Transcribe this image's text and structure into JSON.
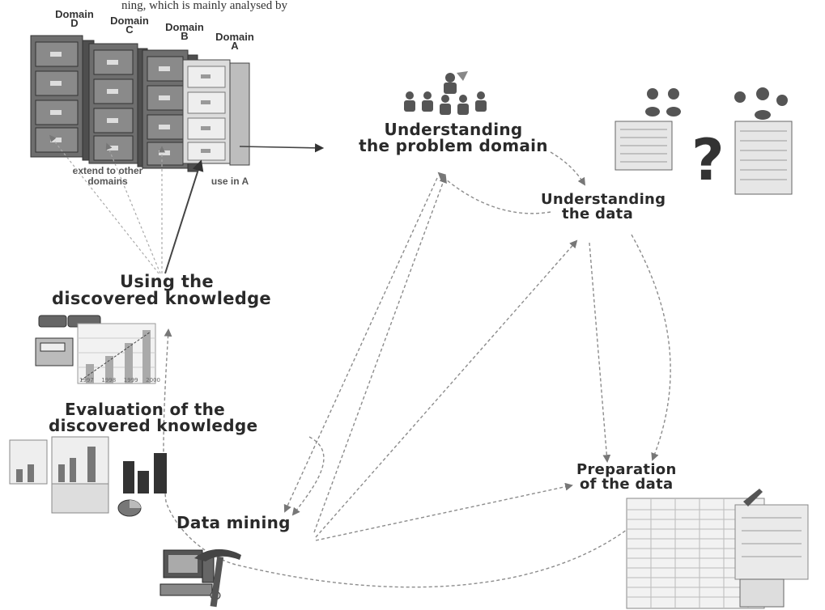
{
  "caption_fragment": "ning, which is mainly analysed by ",
  "domains": [
    {
      "letter": "D",
      "label": "Domain"
    },
    {
      "letter": "C",
      "label": "Domain"
    },
    {
      "letter": "B",
      "label": "Domain"
    },
    {
      "letter": "A",
      "label": "Domain"
    }
  ],
  "annotations": {
    "extend": [
      "extend to other",
      "domains"
    ],
    "use": "use in A"
  },
  "stages": {
    "problem": [
      "Understanding",
      "the problem domain"
    ],
    "data": [
      "Understanding",
      "the data"
    ],
    "preparation": [
      "Preparation",
      "of the data"
    ],
    "mining": [
      "Data mining"
    ],
    "evaluation": [
      "Evaluation of the",
      "discovered knowledge"
    ],
    "using": [
      "Using the",
      "discovered knowledge"
    ]
  },
  "chart_years": [
    "1997",
    "1998",
    "1999",
    "2000"
  ],
  "colors": {
    "cabinet_dark": "#707070",
    "cabinet_light": "#d8d8d8",
    "arrow": "#909090",
    "text": "#2a2a2a"
  },
  "icons": [
    "filing-cabinet-icon",
    "people-group-icon",
    "question-mark-icon",
    "spreadsheet-icon",
    "computer-icon",
    "hammer-icon",
    "bar-chart-icon",
    "pie-chart-icon",
    "money-icon"
  ]
}
